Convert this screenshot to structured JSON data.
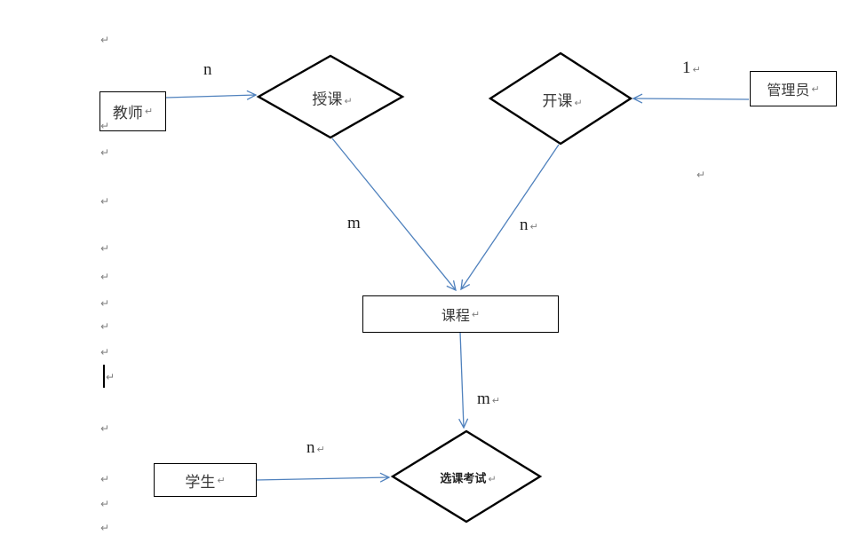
{
  "diagram": {
    "type": "entity-relationship",
    "entities": {
      "teacher": {
        "label": "教师"
      },
      "admin": {
        "label": "管理员"
      },
      "course": {
        "label": "课程"
      },
      "student": {
        "label": "学生"
      }
    },
    "relationships": {
      "teach": {
        "label": "授课"
      },
      "open": {
        "label": "开课"
      },
      "exam": {
        "label": "选课考试"
      }
    },
    "connections": [
      {
        "from": "teacher",
        "to": "teach",
        "cardinality": "n"
      },
      {
        "from": "admin",
        "to": "open",
        "cardinality": "1"
      },
      {
        "from": "teach",
        "to": "course",
        "cardinality": "m"
      },
      {
        "from": "open",
        "to": "course",
        "cardinality": "n"
      },
      {
        "from": "course",
        "to": "exam",
        "cardinality": "m"
      },
      {
        "from": "student",
        "to": "exam",
        "cardinality": "n"
      }
    ]
  },
  "glyphs": {
    "paragraph_mark": "↵"
  },
  "colors": {
    "connector": "#4f81bd",
    "shape_outline": "#000000",
    "paragraph_mark": "#808080",
    "text": "#3a3a3a",
    "background": "#ffffff"
  }
}
